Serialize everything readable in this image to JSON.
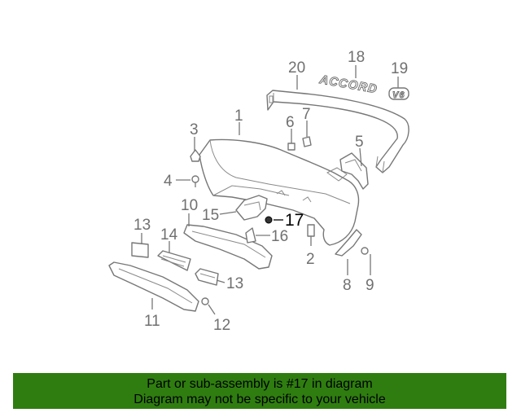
{
  "diagram": {
    "callouts": [
      {
        "id": "1",
        "text": "1"
      },
      {
        "id": "2",
        "text": "2"
      },
      {
        "id": "3",
        "text": "3"
      },
      {
        "id": "4",
        "text": "4"
      },
      {
        "id": "5",
        "text": "5"
      },
      {
        "id": "6",
        "text": "6"
      },
      {
        "id": "7",
        "text": "7"
      },
      {
        "id": "8",
        "text": "8"
      },
      {
        "id": "9",
        "text": "9"
      },
      {
        "id": "10",
        "text": "10"
      },
      {
        "id": "11",
        "text": "11"
      },
      {
        "id": "12",
        "text": "12"
      },
      {
        "id": "13a",
        "text": "13"
      },
      {
        "id": "13b",
        "text": "13"
      },
      {
        "id": "14",
        "text": "14"
      },
      {
        "id": "15",
        "text": "15"
      },
      {
        "id": "16",
        "text": "16"
      },
      {
        "id": "17",
        "text": "17"
      },
      {
        "id": "18",
        "text": "18"
      },
      {
        "id": "19",
        "text": "19"
      },
      {
        "id": "20",
        "text": "20"
      }
    ],
    "highlighted_part": "17",
    "emblems": {
      "accord": "ACCORD",
      "v6": "V6"
    }
  },
  "banner": {
    "line1": "Part or sub-assembly is #17 in diagram",
    "line2": "Diagram may not be specific to your vehicle",
    "background": "#2f7d10"
  },
  "colors": {
    "line_art": "#777777",
    "label": "#707070",
    "highlight": "#000000"
  }
}
